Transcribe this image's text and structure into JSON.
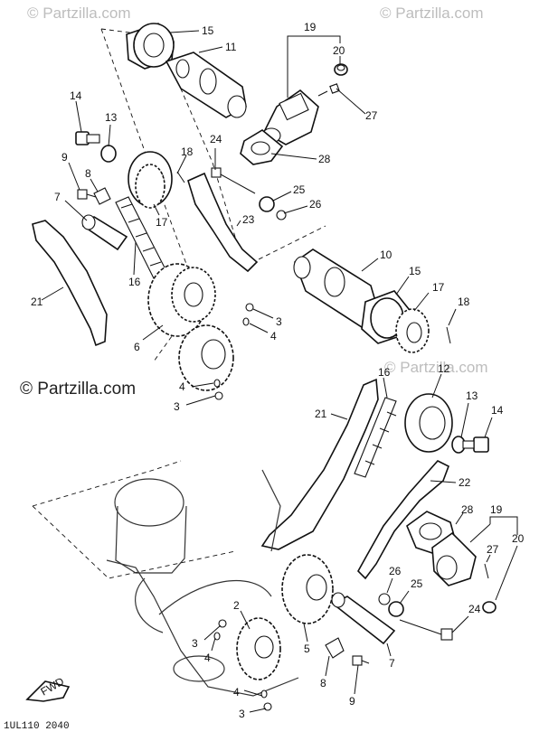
{
  "watermarks": {
    "top_left": "© Partzilla.com",
    "top_right": "© Partzilla.com",
    "middle_left": "© Partzilla.com",
    "middle_right": "© Partzilla.com"
  },
  "diagram_code": "1UL110 2040",
  "fwd_label": "FWD",
  "labels": {
    "p15a": "15",
    "p11": "11",
    "p19a": "19",
    "p20a": "20",
    "p27a": "27",
    "p28a": "28",
    "p14a": "14",
    "p13a": "13",
    "p9a": "9",
    "p8a": "8",
    "p7a": "7",
    "p18a": "18",
    "p24a": "24",
    "p25a": "25",
    "p26a": "26",
    "p23": "23",
    "p17a": "17",
    "p16a": "16",
    "p21a": "21",
    "p6": "6",
    "p3a": "3",
    "p4a": "4",
    "p4b": "4",
    "p3b": "3",
    "p10": "10",
    "p15b": "15",
    "p17b": "17",
    "p18b": "18",
    "p16b": "16",
    "p12": "12",
    "p13b": "13",
    "p14b": "14",
    "p21b": "21",
    "p22": "22",
    "p28b": "28",
    "p19b": "19",
    "p20b": "20",
    "p27b": "27",
    "p26b": "26",
    "p25b": "25",
    "p24b": "24",
    "p2": "2",
    "p3c": "3",
    "p4c": "4",
    "p5": "5",
    "p7b": "7",
    "p4d": "4",
    "p3d": "3",
    "p8b": "8",
    "p9b": "9"
  }
}
